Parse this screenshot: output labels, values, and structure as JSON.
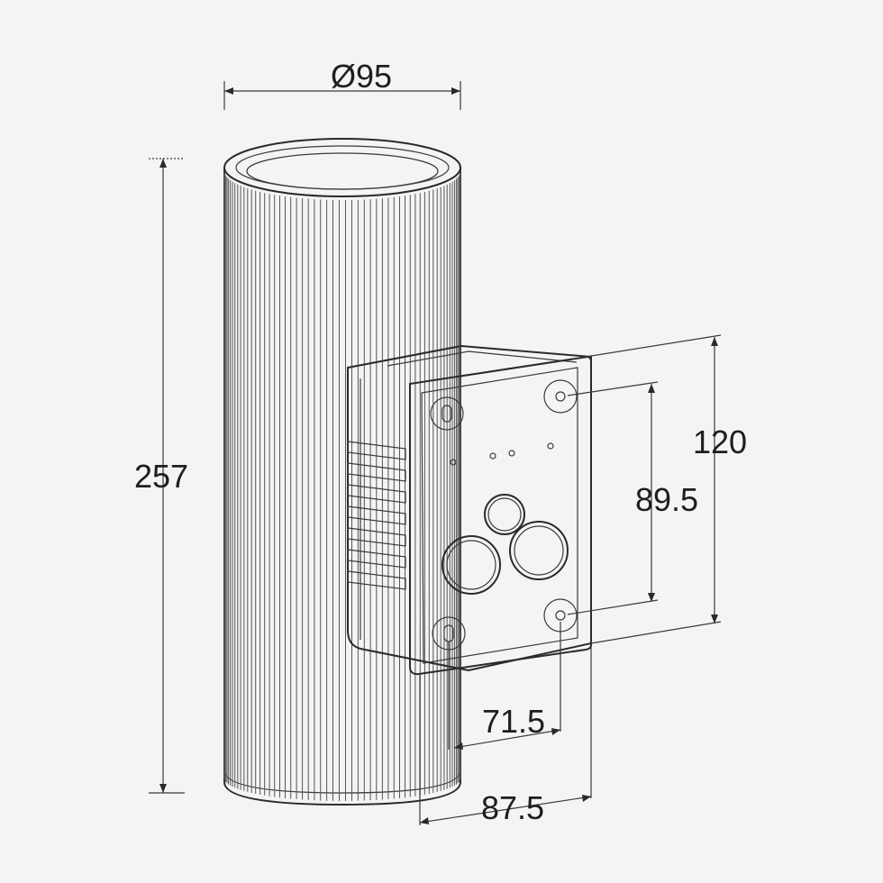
{
  "drawing": {
    "subject": "wall-mounted cylindrical light fixture with rectangular mounting bracket",
    "colors": {
      "background": "#f4f4f4",
      "line": "#2a2a2a",
      "fill": "#ffffff"
    }
  },
  "dimensions": {
    "diameter": "Ø95",
    "height": "257",
    "plate_height": "120",
    "hole_spacing_vertical": "89.5",
    "hole_spacing_horizontal": "71.5",
    "plate_width": "87.5"
  }
}
